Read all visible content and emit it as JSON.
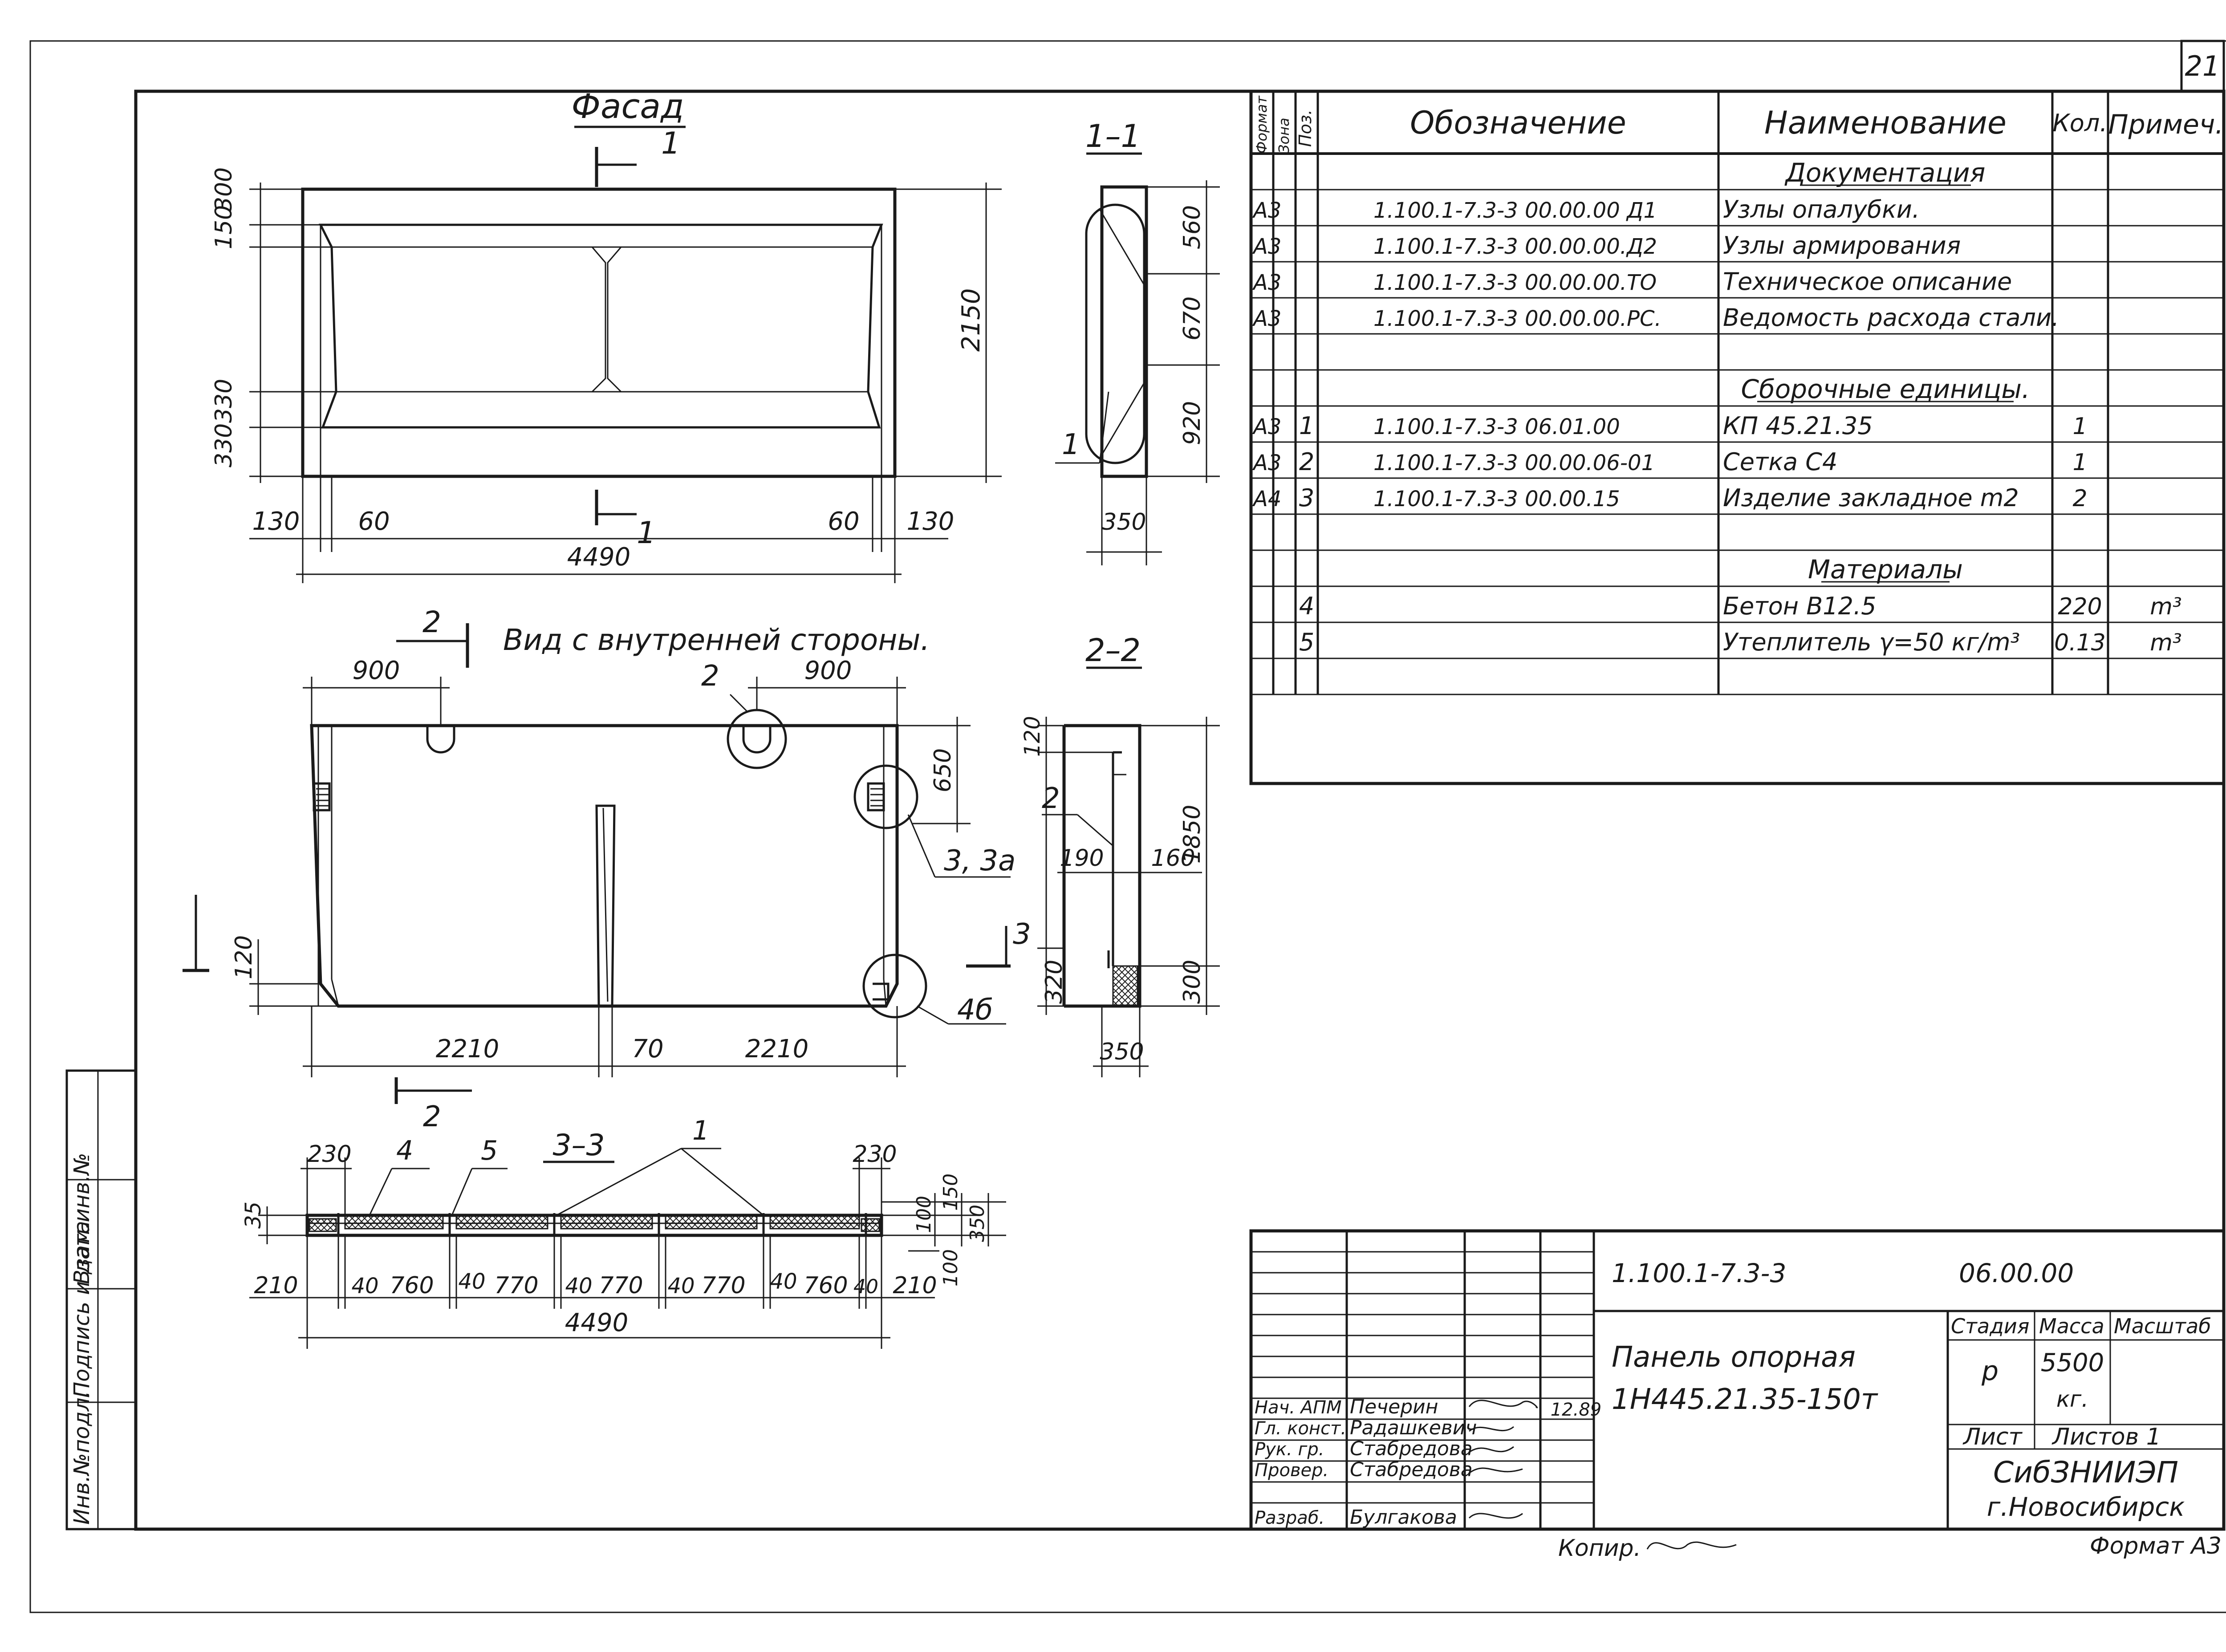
{
  "sheet_number": "21",
  "facade": {
    "title": "Фасад",
    "section_mark": "1",
    "dims_left": [
      "150",
      "300",
      "330",
      "330"
    ],
    "dim_right": "2150",
    "dims_bottom": [
      "130",
      "60",
      "60",
      "130"
    ],
    "dim_total": "4490"
  },
  "section_1_1": {
    "title": "1–1",
    "dims": [
      "560",
      "670",
      "920"
    ],
    "width": "350",
    "leader": "1"
  },
  "inner_view": {
    "title": "Вид с внутренней стороны.",
    "section_mark": "2",
    "dims_top": [
      "900",
      "900"
    ],
    "dim_right_top": "650",
    "dim_left": "120",
    "dims_bottom": [
      "2210",
      "70",
      "2210"
    ],
    "callout_2": "2",
    "callout_33a": "3, 3а",
    "callout_4b": "4б",
    "section_3": "3"
  },
  "section_2_2": {
    "title": "2–2",
    "dims_left": [
      "120",
      "190",
      "320"
    ],
    "dims_right": [
      "1850",
      "160",
      "300"
    ],
    "width": "350",
    "leader": "2"
  },
  "section_3_3": {
    "title": "3–3",
    "leaders": [
      "4",
      "5",
      "1"
    ],
    "dims_top": [
      "230",
      "230"
    ],
    "dim_left": "35",
    "dims_right": [
      "150",
      "100",
      "350"
    ],
    "dims_bottom": [
      "210",
      "40",
      "760",
      "40",
      "770",
      "40",
      "770",
      "40",
      "770",
      "40",
      "760",
      "40",
      "210"
    ],
    "dim_total": "4490",
    "dim_right_100": "100"
  },
  "spec_table": {
    "headers": [
      "Формат",
      "Зона",
      "Поз.",
      "Обозначение",
      "Наименование",
      "Кол.",
      "Примеч."
    ],
    "rows": [
      {
        "format": "",
        "zone": "",
        "pos": "",
        "code": "",
        "name": "Документация",
        "qty": "",
        "note": "",
        "section": true
      },
      {
        "format": "А3",
        "zone": "",
        "pos": "",
        "code": "1.100.1-7.3-3   00.00.00 Д1",
        "name": "Узлы опалубки.",
        "qty": "",
        "note": ""
      },
      {
        "format": "А3",
        "zone": "",
        "pos": "",
        "code": "1.100.1-7.3-3   00.00.00.Д2",
        "name": "Узлы армирования",
        "qty": "",
        "note": ""
      },
      {
        "format": "А3",
        "zone": "",
        "pos": "",
        "code": "1.100.1-7.3-3   00.00.00.ТО",
        "name": "Техническое описание",
        "qty": "",
        "note": ""
      },
      {
        "format": "А3",
        "zone": "",
        "pos": "",
        "code": "1.100.1-7.3-3   00.00.00.РС.",
        "name": "Ведомость расхода стали.",
        "qty": "",
        "note": ""
      },
      {
        "format": "",
        "zone": "",
        "pos": "",
        "code": "",
        "name": "",
        "qty": "",
        "note": ""
      },
      {
        "format": "",
        "zone": "",
        "pos": "",
        "code": "",
        "name": "Сборочные единицы.",
        "qty": "",
        "note": "",
        "section": true
      },
      {
        "format": "А3",
        "zone": "",
        "pos": "1",
        "code": "1.100.1-7.3-3   06.01.00",
        "name": "КП 45.21.35",
        "qty": "1",
        "note": ""
      },
      {
        "format": "А3",
        "zone": "",
        "pos": "2",
        "code": "1.100.1-7.3-3   00.00.06-01",
        "name": "Сетка С4",
        "qty": "1",
        "note": ""
      },
      {
        "format": "А4",
        "zone": "",
        "pos": "3",
        "code": "1.100.1-7.3-3   00.00.15",
        "name": "Изделие закладное m2",
        "qty": "2",
        "note": ""
      },
      {
        "format": "",
        "zone": "",
        "pos": "",
        "code": "",
        "name": "",
        "qty": "",
        "note": ""
      },
      {
        "format": "",
        "zone": "",
        "pos": "",
        "code": "",
        "name": "Материалы",
        "qty": "",
        "note": "",
        "section": true
      },
      {
        "format": "",
        "zone": "",
        "pos": "4",
        "code": "",
        "name": "Бетон В12.5",
        "qty": "220",
        "note": "m³"
      },
      {
        "format": "",
        "zone": "",
        "pos": "5",
        "code": "",
        "name": "Утеплитель γ=50 кг/m³",
        "qty": "0.13",
        "note": "m³"
      },
      {
        "format": "",
        "zone": "",
        "pos": "",
        "code": "",
        "name": "",
        "qty": "",
        "note": ""
      }
    ]
  },
  "title_block": {
    "doc_code": "1.100.1-7.3-3",
    "doc_sub": "06.00.00",
    "name_line1": "Панель опорная",
    "name_line2": "1Н445.21.35-150т",
    "stage_label": "Стадия",
    "mass_label": "Масса",
    "scale_label": "Масштаб",
    "stage": "р",
    "mass": "5500",
    "mass_unit": "кг.",
    "sheet_label": "Лист",
    "sheets_label": "Листов 1",
    "org_line1": "СибЗНИИЭП",
    "org_line2": "г.Новосибирск",
    "date": "12.89",
    "staff": [
      {
        "role": "Нач. АПМ",
        "name": "Печерин"
      },
      {
        "role": "Гл. конст.",
        "name": "Радашкевич"
      },
      {
        "role": "Рук. гр.",
        "name": "Стабредова"
      },
      {
        "role": "Провер.",
        "name": "Стабредова"
      },
      {
        "role": "Разраб.",
        "name": "Булгакова"
      }
    ],
    "copied": "Копир.",
    "format": "Формат А3"
  },
  "side_stamp": [
    "Инв.№подл.",
    "Подпись и дата",
    "Взам.инв.№"
  ]
}
